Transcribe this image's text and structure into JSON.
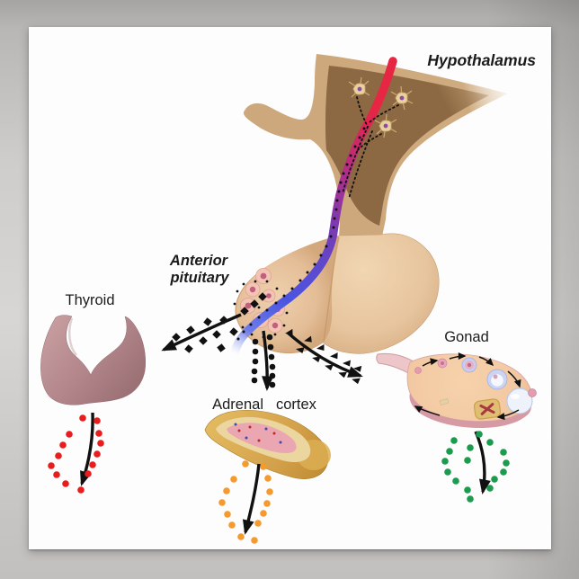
{
  "poster": {
    "labels": {
      "hypothalamus": "Hypothalamus",
      "anterior_pituitary_line1": "Anterior",
      "anterior_pituitary_line2": "pituitary",
      "thyroid": "Thyroid",
      "adrenal_word1": "Adrenal",
      "adrenal_word2": "cortex",
      "gonad": "Gonad"
    },
    "colors": {
      "thyroid_hormone": "#e81d1d",
      "adrenal_hormone": "#f59a2e",
      "gonad_hormone": "#1a9b4d",
      "tropic_symbols": "#111111",
      "vessel_red": "#e62643",
      "vessel_purple": "#8038ae",
      "vessel_blue": "#4b55e0",
      "hypothalamus_outer": "#cda87c",
      "hypothalamus_inner": "#8d6943",
      "pituitary_gland": "#e7c59e",
      "thyroid_gland": "#b2868a",
      "adrenal_gold": "#d4a14b",
      "adrenal_medulla": "#eaa7b2",
      "gonad_body": "#f2c8a2",
      "gonad_rim": "#d59aa3"
    }
  }
}
